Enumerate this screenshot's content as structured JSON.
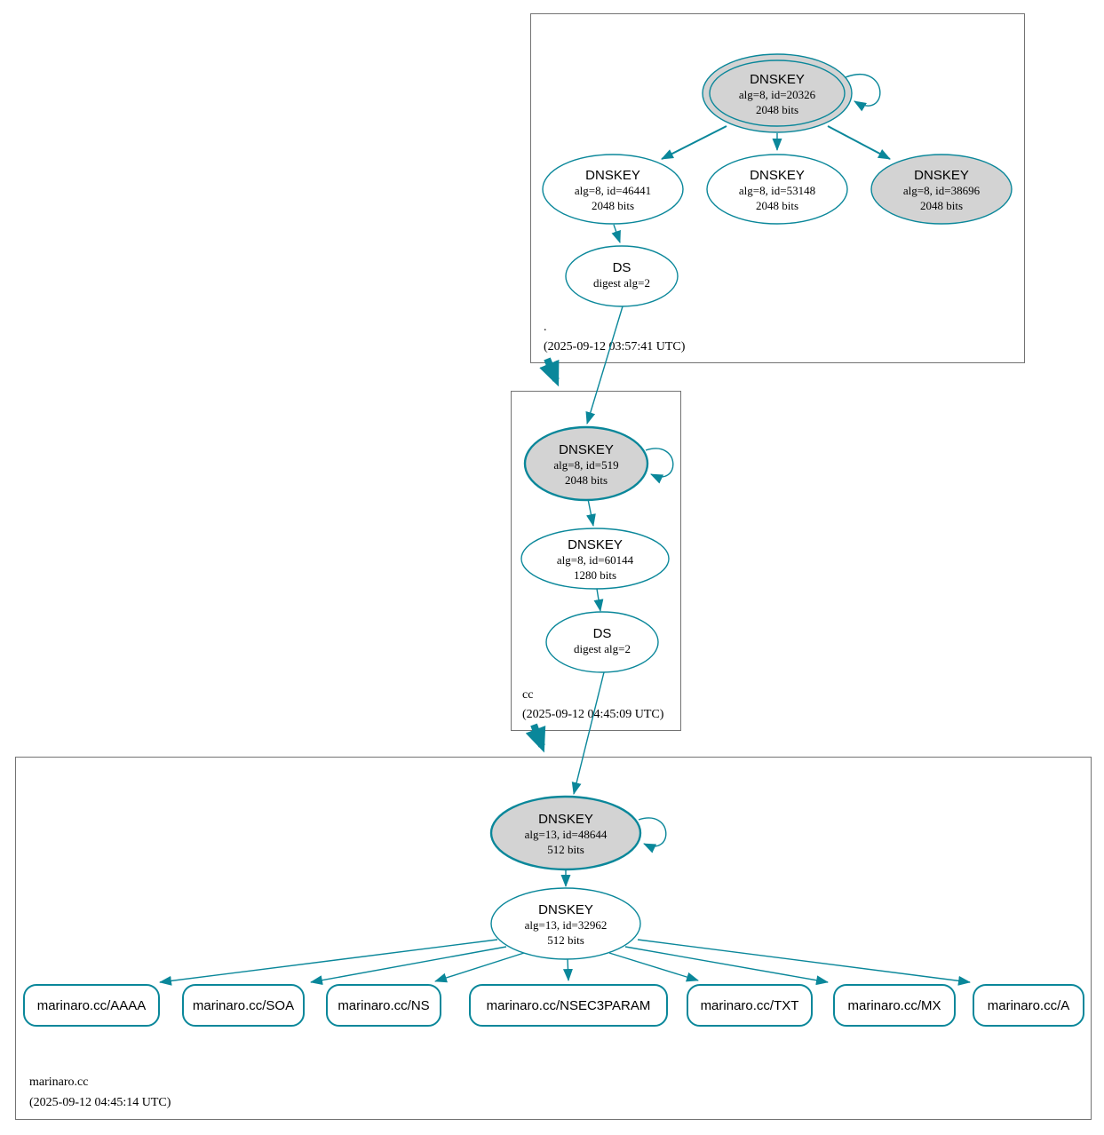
{
  "colors": {
    "edge": "#0a879a",
    "node_fill_ksk": "#d3d3d3",
    "node_fill_zsk": "#ffffff",
    "zone_border": "#737373",
    "text": "#000000"
  },
  "zones": {
    "root": {
      "label": ".",
      "timestamp": "(2025-09-12 03:57:41 UTC)"
    },
    "cc": {
      "label": "cc",
      "timestamp": "(2025-09-12 04:45:09 UTC)"
    },
    "marinaro_cc": {
      "label": "marinaro.cc",
      "timestamp": "(2025-09-12 04:45:14 UTC)"
    }
  },
  "nodes": {
    "root_ksk_20326": {
      "line1": "DNSKEY",
      "line2": "alg=8, id=20326",
      "line3": "2048 bits"
    },
    "root_dnskey_46441": {
      "line1": "DNSKEY",
      "line2": "alg=8, id=46441",
      "line3": "2048 bits"
    },
    "root_dnskey_53148": {
      "line1": "DNSKEY",
      "line2": "alg=8, id=53148",
      "line3": "2048 bits"
    },
    "root_dnskey_38696": {
      "line1": "DNSKEY",
      "line2": "alg=8, id=38696",
      "line3": "2048 bits"
    },
    "root_ds": {
      "line1": "DS",
      "line2": "digest alg=2"
    },
    "cc_ksk_519": {
      "line1": "DNSKEY",
      "line2": "alg=8, id=519",
      "line3": "2048 bits"
    },
    "cc_zsk_60144": {
      "line1": "DNSKEY",
      "line2": "alg=8, id=60144",
      "line3": "1280 bits"
    },
    "cc_ds": {
      "line1": "DS",
      "line2": "digest alg=2"
    },
    "m_ksk_48644": {
      "line1": "DNSKEY",
      "line2": "alg=13, id=48644",
      "line3": "512 bits"
    },
    "m_zsk_32962": {
      "line1": "DNSKEY",
      "line2": "alg=13, id=32962",
      "line3": "512 bits"
    }
  },
  "rrsets": [
    "marinaro.cc/AAAA",
    "marinaro.cc/SOA",
    "marinaro.cc/NS",
    "marinaro.cc/NSEC3PARAM",
    "marinaro.cc/TXT",
    "marinaro.cc/MX",
    "marinaro.cc/A"
  ]
}
